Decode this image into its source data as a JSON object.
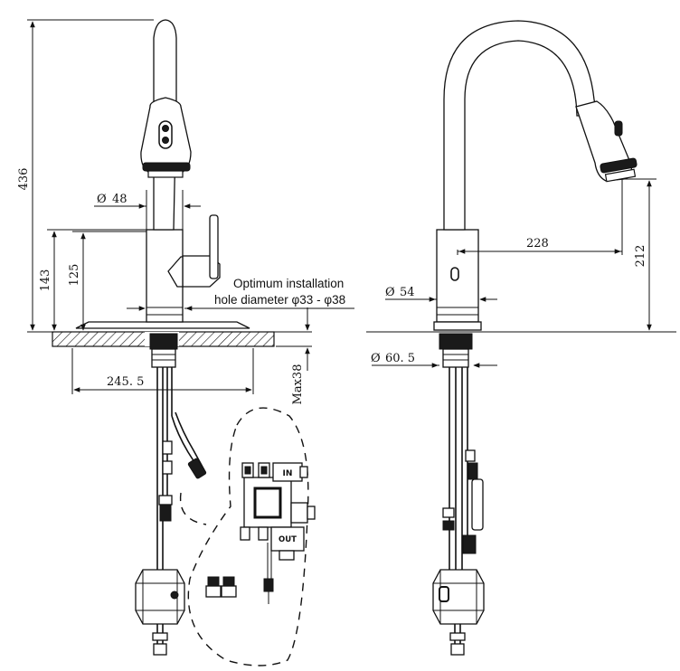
{
  "dimensions": {
    "height_total": "436",
    "diameter_top": "48",
    "height_body": "143",
    "height_handle": "125",
    "base_width": "245. 5",
    "max_thickness": "Max38",
    "reach": "228",
    "spout_height": "212",
    "diameter_body": "54",
    "diameter_base": "60. 5"
  },
  "symbols": {
    "diameter": "Ø"
  },
  "note": {
    "line1": "Optimum installation",
    "line2": "hole diameter φ33 - φ38"
  },
  "valve_labels": {
    "inlet": "IN",
    "outlet": "OUT"
  }
}
